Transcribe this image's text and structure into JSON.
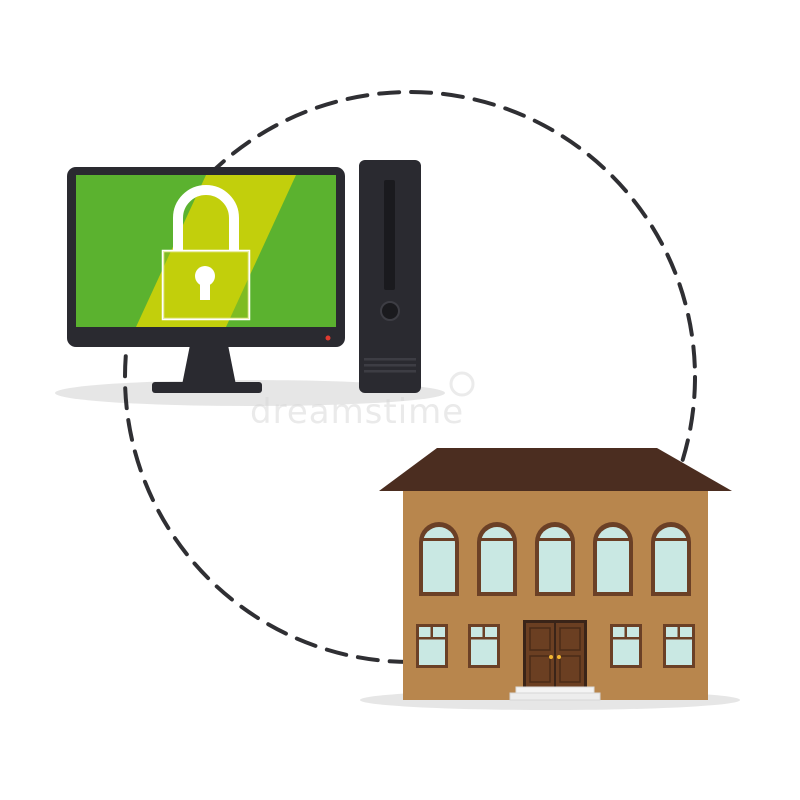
{
  "illustration": {
    "subject": "computer-security-and-house",
    "colors": {
      "background": "#ffffff",
      "screen_green": "#5bb22f",
      "screen_highlight": "#c2cf0c",
      "monitor_body": "#2a2a30",
      "tower_body": "#2a2a30",
      "lock_outline": "#ffffff",
      "dashed_circle": "#2f2f33",
      "shadow": "#e6e6e6",
      "house_wall": "#b8864d",
      "house_roof": "#4b2d20",
      "window_glass": "#c9e8e3",
      "window_frame": "#6b4026",
      "door": "#6b3f22",
      "steps": "#e9e9e9"
    },
    "icons": {
      "padlock": "lock-icon",
      "monitor": "monitor-icon",
      "tower": "computer-tower-icon",
      "house": "house-icon",
      "connection": "dashed-circle"
    }
  },
  "watermark": {
    "text": "dreamstime"
  }
}
